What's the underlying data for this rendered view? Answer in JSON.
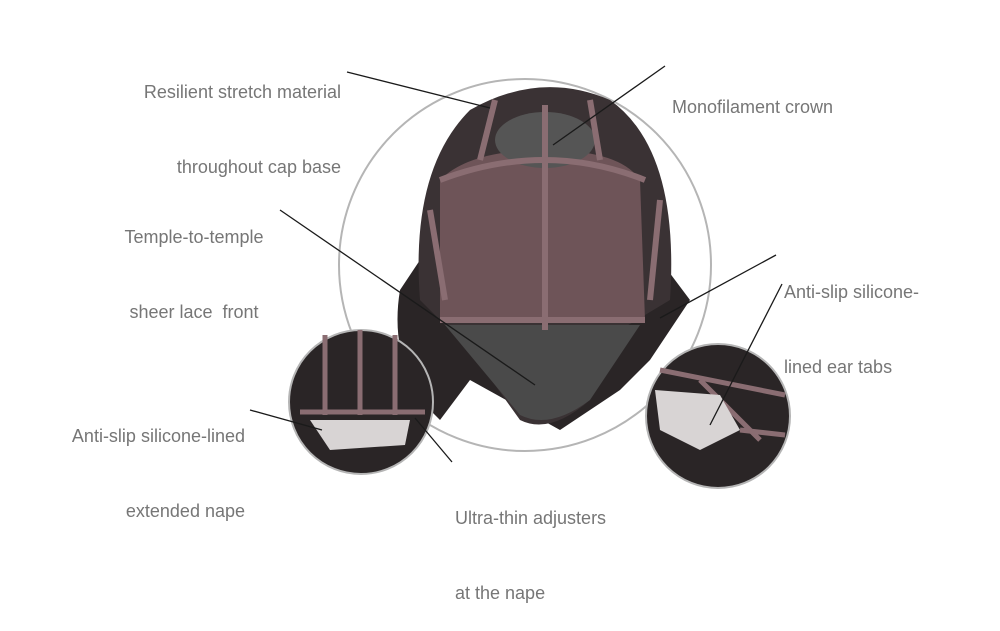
{
  "labels": {
    "stretch": [
      "Resilient stretch material",
      "throughout cap base"
    ],
    "crown": [
      "Monofilament crown"
    ],
    "lace": [
      "Temple-to-temple",
      "sheer lace  front"
    ],
    "ear_tabs": [
      "Anti-slip silicone-",
      "lined ear tabs"
    ],
    "nape": [
      "Anti-slip silicone-lined",
      "extended nape"
    ],
    "adjusters": [
      "Ultra-thin adjusters",
      "at the nape"
    ]
  },
  "colors": {
    "text": "#767676",
    "circle": "#b5b5b5",
    "lace": "#7a5e62",
    "hair": "#2a2526",
    "leader": "#1a1a1a"
  }
}
